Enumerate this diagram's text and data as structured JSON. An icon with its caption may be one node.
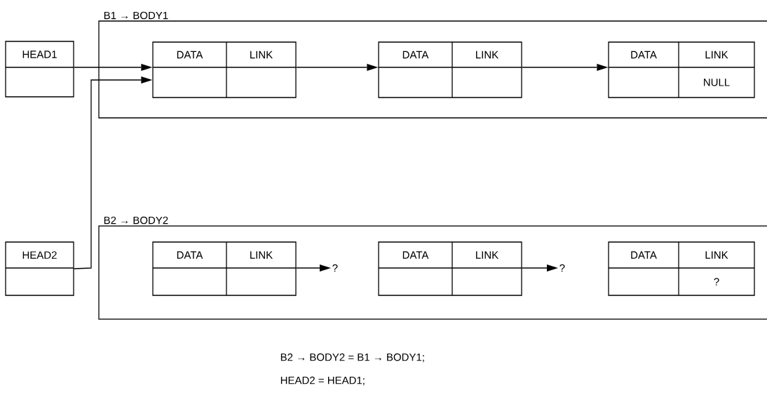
{
  "diagram": {
    "nodes": [
      {
        "text": [
          "B1 → BODY1"
        ]
      },
      {
        "text": [
          "HEAD1"
        ]
      },
      {
        "text": [
          "DATA",
          "LINK"
        ],
        "in": 0
      },
      {
        "text": [
          "DATA",
          "LINK"
        ],
        "in": 0
      },
      {
        "text": [
          "DATA",
          "LINK",
          "NULL"
        ],
        "in": 0
      },
      {
        "text": [
          "B2 → BODY2"
        ]
      },
      {
        "text": [
          "HEAD2"
        ]
      },
      {
        "text": [
          "DATA",
          "LINK"
        ],
        "in": 5
      },
      {
        "text": [
          "?"
        ],
        "in": 5
      },
      {
        "text": [
          "DATA",
          "LINK"
        ],
        "in": 5
      },
      {
        "text": [
          "?"
        ],
        "in": 5
      },
      {
        "text": [
          "DATA",
          "LINK",
          "?"
        ],
        "in": 5
      }
    ],
    "edges": [
      {
        "from": 1,
        "to": 2,
        "arrow": "to"
      },
      {
        "from": 6,
        "to": 2,
        "arrow": "to"
      },
      {
        "from": 2,
        "to": 3,
        "arrow": "to"
      },
      {
        "from": 3,
        "to": 4,
        "arrow": "to"
      },
      {
        "from": 7,
        "to": 8,
        "arrow": "to"
      },
      {
        "from": 9,
        "to": 10,
        "arrow": "to"
      }
    ],
    "labels": [
      "B2 → BODY2 = B1 → BODY1;",
      "HEAD2 = HEAD1;"
    ]
  }
}
